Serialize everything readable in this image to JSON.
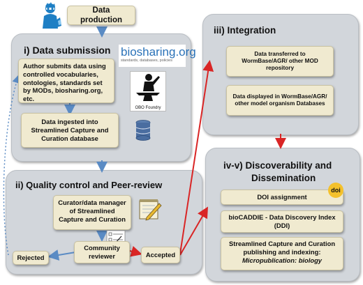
{
  "top": {
    "label": "Data production"
  },
  "submission": {
    "title": "i) Data submission",
    "author_text": "Author submits data using controlled vocabularies, ontologies, standards set by MODs, biosharing.org, etc.",
    "ingest_text": "Data ingested into Streamlined Capture and Curation database",
    "biosharing_logo": "biosharing.org",
    "biosharing_tagline": "standards, databases, policies",
    "obo_label": "OBO Foundry"
  },
  "quality": {
    "title": "ii) Quality control and Peer-review",
    "curator_text": "Curator/data manager of Streamlined Capture and Curation",
    "community_text": "Community reviewer",
    "rejected_text": "Rejected",
    "accepted_text": "Accepted"
  },
  "integration": {
    "title": "iii) Integration",
    "transfer_text": "Data transferred to WormBase/AGR/ other MOD repository",
    "display_text": "Data displayed in WormBase/AGR/ other model organism Databases"
  },
  "discover": {
    "title_line1": "iv-v) Discoverability and",
    "title_line2": "Dissemination",
    "doi_text": "DOI assignment",
    "doi_badge": "doi",
    "biocaddie_text": "bioCADDIE - Data Discovery Index (DDI)",
    "streamlined_text": "Streamlined Capture and Curation publishing and indexing:",
    "streamlined_italic": "Micropublication: biology"
  },
  "colors": {
    "blue_arrow": "#5a8bc4",
    "red_arrow": "#d92525",
    "panel": "#d2d6db",
    "box": "#f0ead0"
  }
}
